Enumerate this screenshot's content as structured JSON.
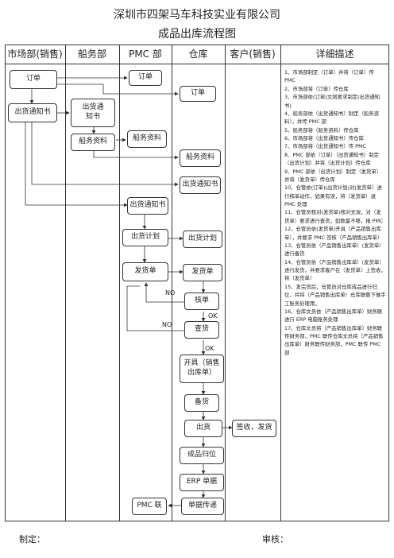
{
  "company": "深圳市四架马车科技实业有限公司",
  "doc_title": "成品出库流程图",
  "columns": [
    "市场部(销售)",
    "船务部",
    "PMC 部",
    "仓库",
    "客户(销售)",
    "详细描述"
  ],
  "nodes": {
    "order_market": "订单",
    "order_pmc": "订单",
    "order_wh": "订单",
    "notice_market": "出货通知书",
    "notice_ship": "出货通\n知书",
    "shipdata_ship": "船务资料",
    "shipdata_pmc": "船务资料",
    "shipdata_wh": "船务资料",
    "notice_wh": "出货通知书",
    "notice_pmc": "出货通知书",
    "plan_pmc": "出货计划",
    "plan_wh": "出货计划",
    "dispatch_pmc": "发货单",
    "dispatch_wh": "发货单",
    "verify": "核单",
    "check_goods": "查货",
    "issue_note": "开具（销售\n出库单）",
    "prepare": "备货",
    "ship": "出货",
    "sign": "签收，发货",
    "returned": "成品归位",
    "erp": "ERP 单据",
    "pmc_copy": "PMC 联",
    "doc_transfer": "单据传递"
  },
  "labels": {
    "no1": "NO",
    "ok1": "OK",
    "no2": "NO",
    "ok2": "OK"
  },
  "description": [
    "1、市场部制定（订单）并将（订单）传 PMC",
    "2、市场部将（订单）传仓库",
    "3、市场部依(订单)文则要求制定(出货通知书)",
    "4、船务部依（出货通知书）制定（船务资料），并传 PMC 部",
    "5、船务部将（船务资料）传仓库",
    "6、市场部将（出货通知书）传仓库",
    "7、市场部将（出货通知书）传 PMC",
    "8、PMC 部依（订单）（出货通知书）制定（出货计划）并将（出货计划）传仓库",
    "9、PMC 部依（出货计划）制定（发货单）并将（发货单）传仓库",
    "10、仓管依(订单)(出货计划)对(发货单）进行核单动作，如果有误，将（发货单）退 PMC 处理",
    "11、仓管员核对(发货单)核对无误，对（发货单）要求进行查货，如数量不够，报 PMC",
    "12、仓管员依(发货单)开具（产品销售出库单），并要求 PMC 签核（产品销售出库单）",
    "13、仓管员依（产品销售出库单）(发货单）进行备货",
    "14、仓管员依（产品销售出库单）(发货单）进行发货，并要求客户在（发货单）上签收，将（发货单）",
    "15、发完货后，仓管员对仓库成品进行归位，并将（产品销售出库单）仓库联撕下做手工账务处理用，",
    "16、仓库文员依（产品销售出库单）财务联进行 ERP 电脑账务处理",
    "17、仓库文员将（产品销售出库单）财务联传财务部，PMC 联传仓库文员将（产品销售出库单）财务联传财务部，PMC 联传 PMC 部"
  ],
  "footer": {
    "made_by": "制定：",
    "reviewed_by": "审核："
  }
}
